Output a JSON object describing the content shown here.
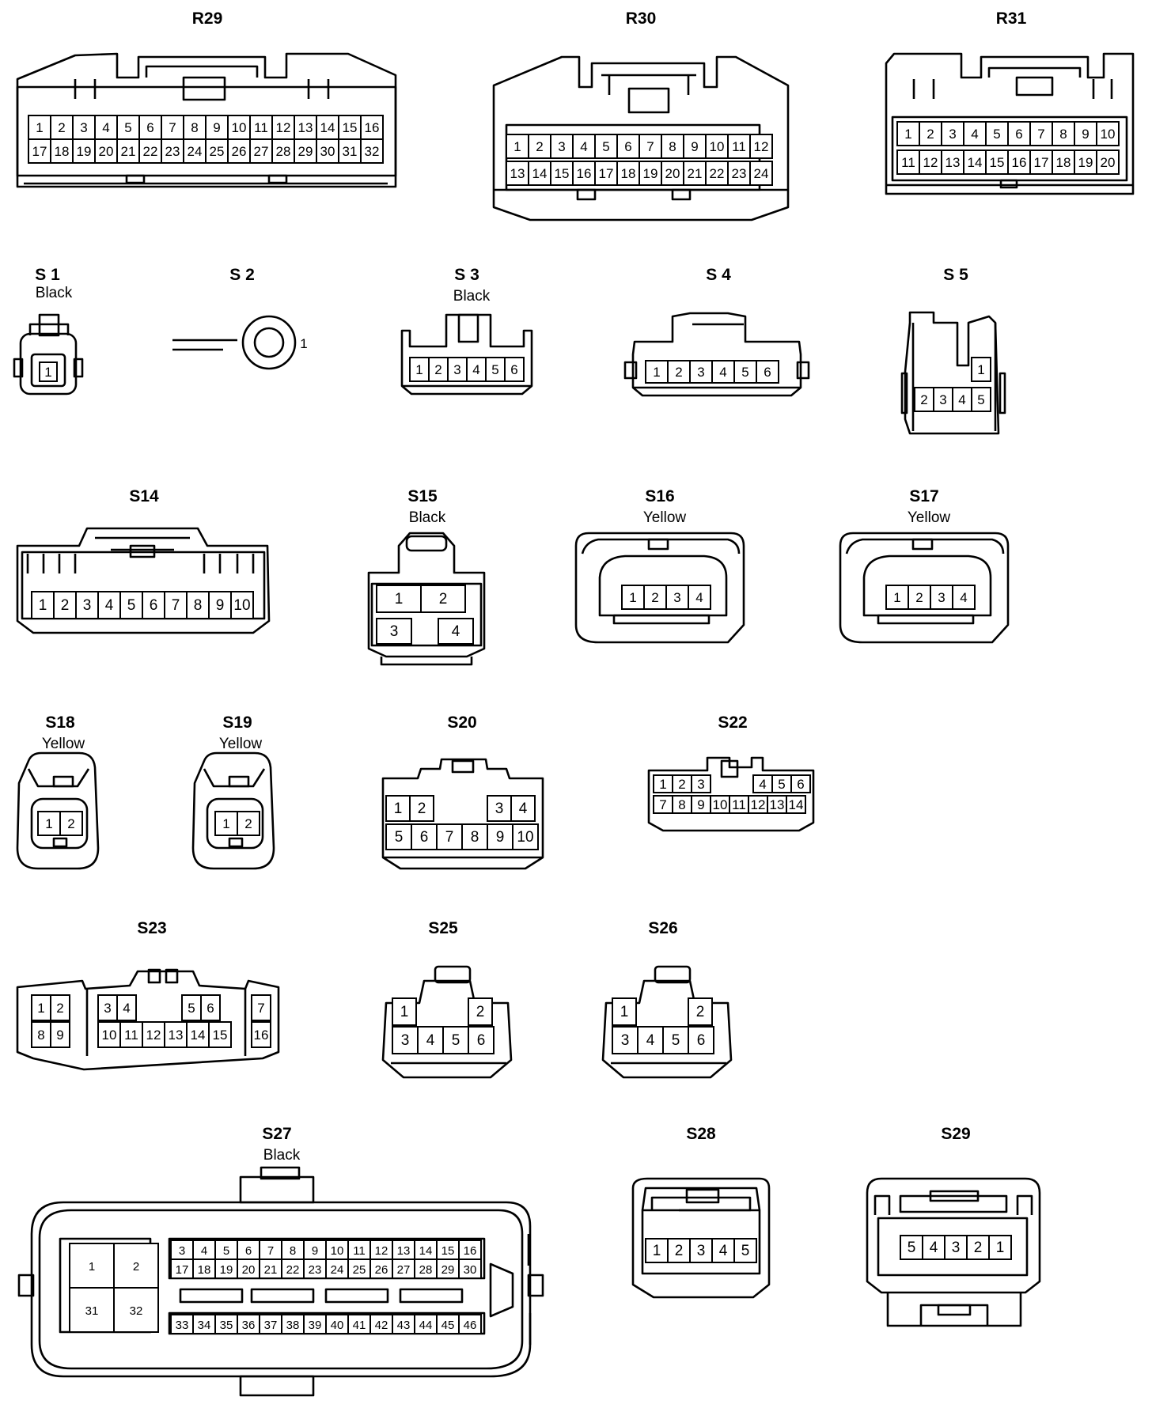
{
  "connectors": {
    "R29": {
      "label": "R29",
      "color": "",
      "pins": [
        "1",
        "2",
        "3",
        "4",
        "5",
        "6",
        "7",
        "8",
        "9",
        "10",
        "11",
        "12",
        "13",
        "14",
        "15",
        "16",
        "17",
        "18",
        "19",
        "20",
        "21",
        "22",
        "23",
        "24",
        "25",
        "26",
        "27",
        "28",
        "29",
        "30",
        "31",
        "32"
      ]
    },
    "R30": {
      "label": "R30",
      "color": "",
      "pins": [
        "1",
        "2",
        "3",
        "4",
        "5",
        "6",
        "7",
        "8",
        "9",
        "10",
        "11",
        "12",
        "13",
        "14",
        "15",
        "16",
        "17",
        "18",
        "19",
        "20",
        "21",
        "22",
        "23",
        "24"
      ]
    },
    "R31": {
      "label": "R31",
      "color": "",
      "pins": [
        "1",
        "2",
        "3",
        "4",
        "5",
        "6",
        "7",
        "8",
        "9",
        "10",
        "11",
        "12",
        "13",
        "14",
        "15",
        "16",
        "17",
        "18",
        "19",
        "20"
      ]
    },
    "S1": {
      "label": "S 1",
      "color": "Black",
      "pins": [
        "1"
      ]
    },
    "S2": {
      "label": "S 2",
      "color": "",
      "pins": [
        "1"
      ]
    },
    "S3": {
      "label": "S 3",
      "color": "Black",
      "pins": [
        "1",
        "2",
        "3",
        "4",
        "5",
        "6"
      ]
    },
    "S4": {
      "label": "S 4",
      "color": "",
      "pins": [
        "1",
        "2",
        "3",
        "4",
        "5",
        "6"
      ]
    },
    "S5": {
      "label": "S 5",
      "color": "",
      "pins": [
        "1",
        "2",
        "3",
        "4",
        "5"
      ]
    },
    "S14": {
      "label": "S14",
      "color": "",
      "pins": [
        "1",
        "2",
        "3",
        "4",
        "5",
        "6",
        "7",
        "8",
        "9",
        "10"
      ]
    },
    "S15": {
      "label": "S15",
      "color": "Black",
      "pins": [
        "1",
        "2",
        "3",
        "4"
      ]
    },
    "S16": {
      "label": "S16",
      "color": "Yellow",
      "pins": [
        "1",
        "2",
        "3",
        "4"
      ]
    },
    "S17": {
      "label": "S17",
      "color": "Yellow",
      "pins": [
        "1",
        "2",
        "3",
        "4"
      ]
    },
    "S18": {
      "label": "S18",
      "color": "Yellow",
      "pins": [
        "1",
        "2"
      ]
    },
    "S19": {
      "label": "S19",
      "color": "Yellow",
      "pins": [
        "1",
        "2"
      ]
    },
    "S20": {
      "label": "S20",
      "color": "",
      "pins": [
        "1",
        "2",
        "3",
        "4",
        "5",
        "6",
        "7",
        "8",
        "9",
        "10"
      ]
    },
    "S22": {
      "label": "S22",
      "color": "",
      "pins": [
        "1",
        "2",
        "3",
        "4",
        "5",
        "6",
        "7",
        "8",
        "9",
        "10",
        "11",
        "12",
        "13",
        "14"
      ]
    },
    "S23": {
      "label": "S23",
      "color": "",
      "pins": [
        "1",
        "2",
        "3",
        "4",
        "5",
        "6",
        "7",
        "8",
        "9",
        "10",
        "11",
        "12",
        "13",
        "14",
        "15",
        "16"
      ]
    },
    "S25": {
      "label": "S25",
      "color": "",
      "pins": [
        "1",
        "2",
        "3",
        "4",
        "5",
        "6"
      ]
    },
    "S26": {
      "label": "S26",
      "color": "",
      "pins": [
        "1",
        "2",
        "3",
        "4",
        "5",
        "6"
      ]
    },
    "S27": {
      "label": "S27",
      "color": "Black",
      "pins": [
        "1",
        "2",
        "31",
        "32",
        "3",
        "4",
        "5",
        "6",
        "7",
        "8",
        "9",
        "10",
        "11",
        "12",
        "13",
        "14",
        "15",
        "16",
        "17",
        "18",
        "19",
        "20",
        "21",
        "22",
        "23",
        "24",
        "25",
        "26",
        "27",
        "28",
        "29",
        "30",
        "33",
        "34",
        "35",
        "36",
        "37",
        "38",
        "39",
        "40",
        "41",
        "42",
        "43",
        "44",
        "45",
        "46"
      ]
    },
    "S28": {
      "label": "S28",
      "color": "",
      "pins": [
        "1",
        "2",
        "3",
        "4",
        "5"
      ]
    },
    "S29": {
      "label": "S29",
      "color": "",
      "pins": [
        "5",
        "4",
        "3",
        "2",
        "1"
      ]
    }
  }
}
